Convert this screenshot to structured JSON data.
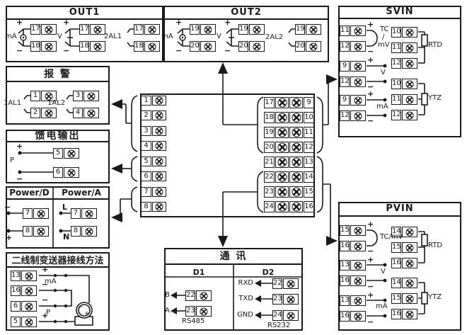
{
  "colors": {
    "ink": "#1a1a1a",
    "background": "#ffffff"
  },
  "sym": {
    "plus": "+",
    "minus": "−"
  },
  "center": {
    "left": [
      "1",
      "2",
      "3",
      "4",
      "5",
      "6",
      "7",
      "8"
    ],
    "inner": [
      "17",
      "18",
      "19",
      "20",
      "21",
      "22",
      "23",
      "24"
    ],
    "outer": [
      "9",
      "10",
      "11",
      "12",
      "13",
      "14",
      "15",
      "16"
    ]
  },
  "out1": {
    "title": "OUT1",
    "ma": {
      "label": "mA",
      "t": [
        "17",
        "18"
      ]
    },
    "v": {
      "label": "V",
      "t": [
        "17",
        "18"
      ]
    },
    "al": {
      "label": "2AL1",
      "t": [
        "17",
        "18"
      ]
    }
  },
  "out2": {
    "title": "OUT2",
    "ma": {
      "label": "mA",
      "t": [
        "19",
        "20"
      ]
    },
    "v": {
      "label": "V",
      "t": [
        "19",
        "20"
      ]
    },
    "al": {
      "label": "2AL2",
      "t": [
        "19",
        "20"
      ]
    }
  },
  "svin": {
    "title": "SVIN",
    "tc": {
      "l1": "TC",
      "l2": "/",
      "l3": "mV",
      "t": [
        "11",
        "12"
      ]
    },
    "v": {
      "label": "V",
      "t": [
        "9",
        "12"
      ]
    },
    "ma": {
      "label": "mA",
      "t": [
        "9",
        "12"
      ]
    },
    "rtd": {
      "label": "RTD",
      "t": [
        "10",
        "11",
        "12"
      ]
    },
    "ytz": {
      "label": "YTZ",
      "t": [
        "10",
        "11",
        "12"
      ]
    }
  },
  "pvin": {
    "title": "PVIN",
    "tc": {
      "label": "TC/mV",
      "t": [
        "15",
        "16"
      ]
    },
    "v": {
      "label": "V",
      "t": [
        "13",
        "16"
      ]
    },
    "ma": {
      "label": "mA",
      "t": [
        "13",
        "16"
      ]
    },
    "rtd": {
      "label": "RTD",
      "t": [
        "14",
        "15",
        "16"
      ]
    },
    "ytz": {
      "label": "YTZ",
      "t": [
        "14",
        "15",
        "16"
      ]
    }
  },
  "alarm": {
    "title": "报 警",
    "g1": {
      "label": "1AL1",
      "t": [
        "1",
        "2"
      ]
    },
    "g2": {
      "label": "1AL2",
      "t": [
        "3",
        "4"
      ]
    }
  },
  "feed": {
    "title": "馈电输出",
    "label": "P",
    "t": [
      "5",
      "6"
    ]
  },
  "power": {
    "d": {
      "title": "Power/D",
      "t": [
        "7",
        "8"
      ]
    },
    "a": {
      "title": "Power/A",
      "top": "L",
      "bottom": "N",
      "t": [
        "7",
        "8"
      ]
    }
  },
  "twowire": {
    "title": "二线制变送器接线方法",
    "ma": "mA",
    "p": "P",
    "t": [
      "13",
      "16",
      "6",
      "5"
    ]
  },
  "comm": {
    "title": "通 讯",
    "d1": {
      "header": "D1",
      "rows": [
        {
          "label": "B",
          "t": "22"
        },
        {
          "label": "A",
          "t": "23"
        }
      ],
      "footer": "RS485"
    },
    "d2": {
      "header": "D2",
      "rows": [
        {
          "label": "RXD",
          "t": "22"
        },
        {
          "label": "TXD",
          "t": "23"
        },
        {
          "label": "GND",
          "t": "24"
        }
      ],
      "footer": "RS232"
    }
  }
}
